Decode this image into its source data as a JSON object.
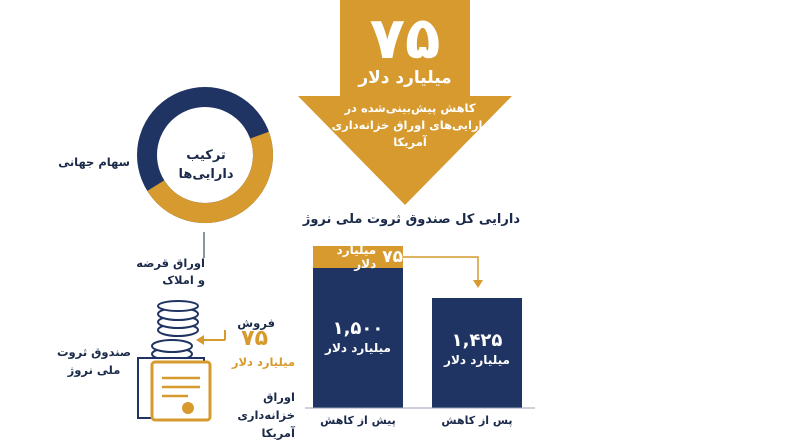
{
  "arrow": {
    "number": "۷۵",
    "unit": "میلیارد دلار",
    "description": "کاهش پیش‌بینی‌شده در دارایی‌های اوراق خزانه‌داری آمریکا"
  },
  "donut": {
    "center_label": "ترکیب دارایی‌ها",
    "label_equities": "سهام جهانی",
    "label_bonds": "اوراق قرضه و املاک"
  },
  "sale": {
    "fund_label": "صندوق ثروت ملی نروژ",
    "sell_word": "فروش",
    "amount": "۷۵",
    "amount_unit": "میلیارد دلار",
    "asset_label": "اوراق خزانه‌داری آمریکا"
  },
  "chart_data": {
    "type": "bar",
    "title": "دارایی کل صندوق ثروت ملی نروژ",
    "categories": [
      "پیش از کاهش",
      "پس از کاهش"
    ],
    "values": [
      1500,
      1425
    ],
    "value_labels": [
      "۱,۵۰۰",
      "۱,۴۲۵"
    ],
    "unit_label": "میلیارد دلار",
    "reduction": {
      "value": 75,
      "label": "۷۵",
      "unit": "میلیارد دلار"
    },
    "ylim": [
      0,
      1500
    ]
  },
  "colors": {
    "navy": "#1f3462",
    "gold": "#d69a2f",
    "text": "#1b2a4a"
  }
}
